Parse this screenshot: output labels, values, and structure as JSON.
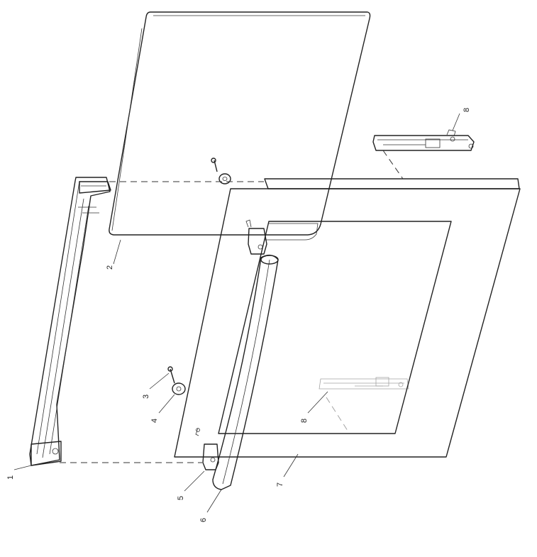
{
  "callouts": {
    "c1": "1",
    "c2": "2",
    "c3": "3",
    "c4": "4",
    "c5": "5",
    "c6": "6",
    "c7": "7",
    "c8_top": "8",
    "c8_inner": "8"
  },
  "colors": {
    "door_panel": "#8c8c8c",
    "window": "#ffffff",
    "line": "#222222"
  }
}
